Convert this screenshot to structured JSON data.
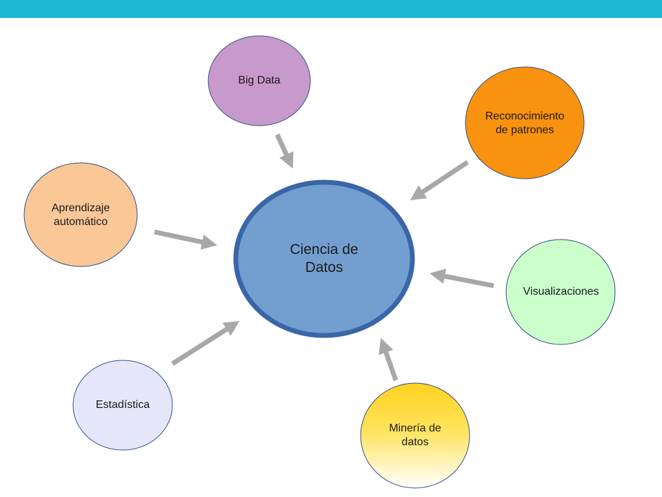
{
  "diagram": {
    "center": {
      "label": "Ciencia de\nDatos",
      "fill": "#729fcf",
      "stroke": "#3a66a8"
    },
    "nodes": {
      "big_data": {
        "label": "Big Data",
        "fill": "#c899cb"
      },
      "reconocimiento": {
        "label": "Reconocimiento\nde patrones",
        "fill": "#f9920e"
      },
      "aprendizaje": {
        "label": "Aprendizaje\nautomático",
        "fill": "#fac796"
      },
      "visualizaciones": {
        "label": "Visualizaciones",
        "fill": "#ccfecc"
      },
      "estadistica": {
        "label": "Estadística",
        "fill": "#e6e6fa"
      },
      "mineria": {
        "label": "Minería de\ndatos",
        "fill_top": "#ffd21f",
        "fill_bottom": "#ffffff"
      }
    },
    "arrow_color": "#a8a8a8",
    "header_color": "#20b6d6"
  }
}
